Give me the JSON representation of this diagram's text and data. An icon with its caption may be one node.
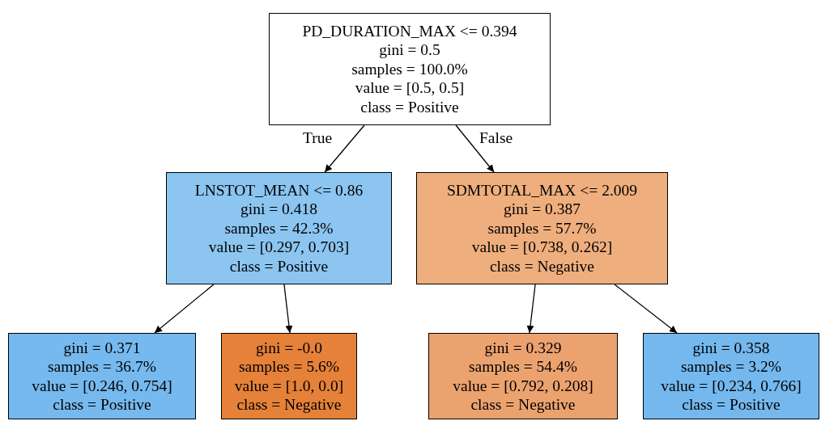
{
  "diagram": {
    "nodes": [
      {
        "text": [
          "PD_DURATION_MAX <= 0.394",
          "gini = 0.5",
          "samples = 100.0%",
          "value = [0.5, 0.5]",
          "class = Positive"
        ]
      },
      {
        "text": [
          "LNSTOT_MEAN <= 0.86",
          "gini = 0.418",
          "samples = 42.3%",
          "value = [0.297, 0.703]",
          "class = Positive"
        ]
      },
      {
        "text": [
          "SDMTOTAL_MAX <= 2.009",
          "gini = 0.387",
          "samples = 57.7%",
          "value = [0.738, 0.262]",
          "class = Negative"
        ]
      },
      {
        "text": [
          "gini = 0.371",
          "samples = 36.7%",
          "value = [0.246, 0.754]",
          "class = Positive"
        ]
      },
      {
        "text": [
          "gini = -0.0",
          "samples = 5.6%",
          "value = [1.0, 0.0]",
          "class = Negative"
        ]
      },
      {
        "text": [
          "gini = 0.329",
          "samples = 54.4%",
          "value = [0.792, 0.208]",
          "class = Negative"
        ]
      },
      {
        "text": [
          "gini = 0.358",
          "samples = 3.2%",
          "value = [0.234, 0.766]",
          "class = Positive"
        ]
      }
    ],
    "edges": [
      {
        "from": 0,
        "to": 1,
        "arrow": "to",
        "label": "True"
      },
      {
        "from": 0,
        "to": 2,
        "arrow": "to",
        "label": "False"
      },
      {
        "from": 1,
        "to": 3,
        "arrow": "to"
      },
      {
        "from": 1,
        "to": 4,
        "arrow": "to"
      },
      {
        "from": 2,
        "to": 5,
        "arrow": "to"
      },
      {
        "from": 2,
        "to": 6,
        "arrow": "to"
      }
    ]
  }
}
